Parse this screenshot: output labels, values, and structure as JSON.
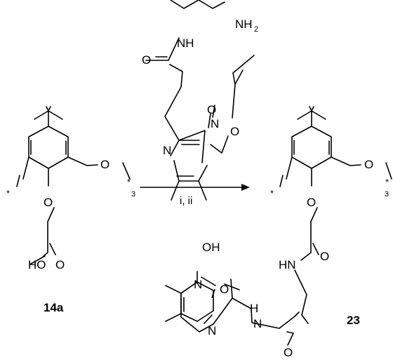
{
  "scheme": {
    "reagent": {
      "amine_group": "NH",
      "amine_sub": "2",
      "amide_nh": "NH",
      "amide_o": "O",
      "ring_n_top": "N",
      "ring_n_left": "N",
      "ring_o": "O",
      "ether_o": "O"
    },
    "arrow": {
      "conditions": "i, ii"
    },
    "left_compound": {
      "id": "14a",
      "bridge_o": "O",
      "repeat": "3",
      "star_l": "*",
      "star_r": "*",
      "ether_o": "O",
      "acid_ho": "HO",
      "acid_o": "O"
    },
    "right_compound": {
      "id": "23",
      "bridge_o": "O",
      "repeat": "3",
      "star_l": "*",
      "star_r": "*",
      "ether_o": "O",
      "amide_hn": "HN",
      "amide_o": "O",
      "amide2_h": "H",
      "amide2_n": "N",
      "amide2_o": "O",
      "hydroxy": "OH",
      "ring_n_top": "N",
      "ring_n_bottom": "N",
      "ring_o": "O"
    }
  }
}
